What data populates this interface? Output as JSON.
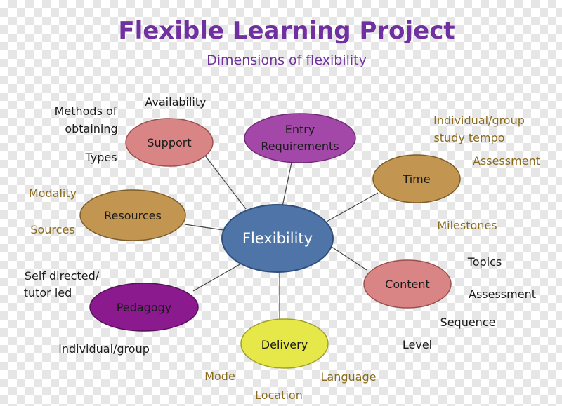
{
  "title": "Flexible Learning Project",
  "subtitle": "Dimensions of flexibility",
  "center": {
    "label": "Flexibility",
    "color": "#4f75a8"
  },
  "nodes": {
    "support": {
      "label": "Support",
      "color": "#d98585"
    },
    "entry": {
      "line1": "Entry",
      "line2": "Requirements",
      "color": "#a347a8"
    },
    "time": {
      "label": "Time",
      "color": "#c29550"
    },
    "resources": {
      "label": "Resources",
      "color": "#c29550"
    },
    "content": {
      "label": "Content",
      "color": "#d98585"
    },
    "pedagogy": {
      "label": "Pedagogy",
      "color": "#8b1a8f"
    },
    "delivery": {
      "label": "Delivery",
      "color": "#e6e84a"
    }
  },
  "annotations": {
    "availability": "Availability",
    "methods_1": "Methods of",
    "methods_2": "obtaining",
    "types": "Types",
    "individual_group_1": "Individual/group",
    "study_tempo": "study tempo",
    "assessment_time": "Assessment",
    "modality": "Modality",
    "sources": "Sources",
    "milestones": "Milestones",
    "topics": "Topics",
    "assessment_content": "Assessment",
    "sequence": "Sequence",
    "level": "Level",
    "self_directed": "Self directed/",
    "tutor_led": "tutor led",
    "individual_group_2": "Individual/group",
    "mode": "Mode",
    "language": "Language",
    "location": "Location"
  },
  "colors": {
    "title": "#7030a0",
    "gold_text": "#8a6a1c",
    "dark_text": "#1a1a1a"
  }
}
